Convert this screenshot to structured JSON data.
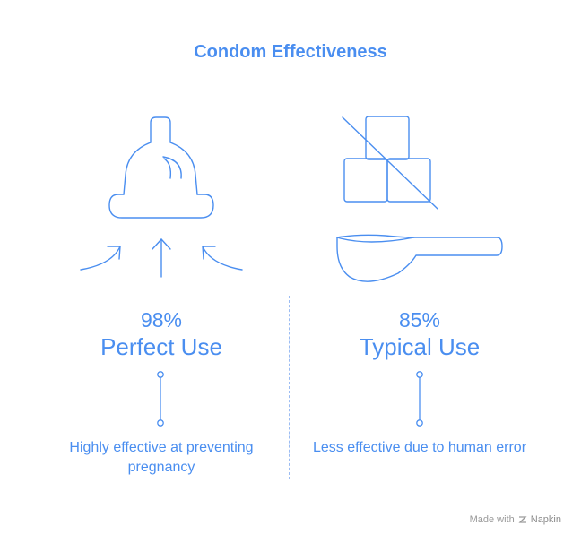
{
  "title": "Condom Effectiveness",
  "left": {
    "percent": "98%",
    "label": "Perfect Use",
    "description": "Highly effective at preventing pregnancy",
    "icon": "condom-icon"
  },
  "right": {
    "percent": "85%",
    "label": "Typical Use",
    "description": "Less effective due to human error",
    "icon": "spilled-blocks-scoop-icon"
  },
  "footer": {
    "made_with": "Made with",
    "brand": "Napkin"
  },
  "colors": {
    "accent": "#4a8ef0",
    "divider": "#9bbcf3"
  }
}
